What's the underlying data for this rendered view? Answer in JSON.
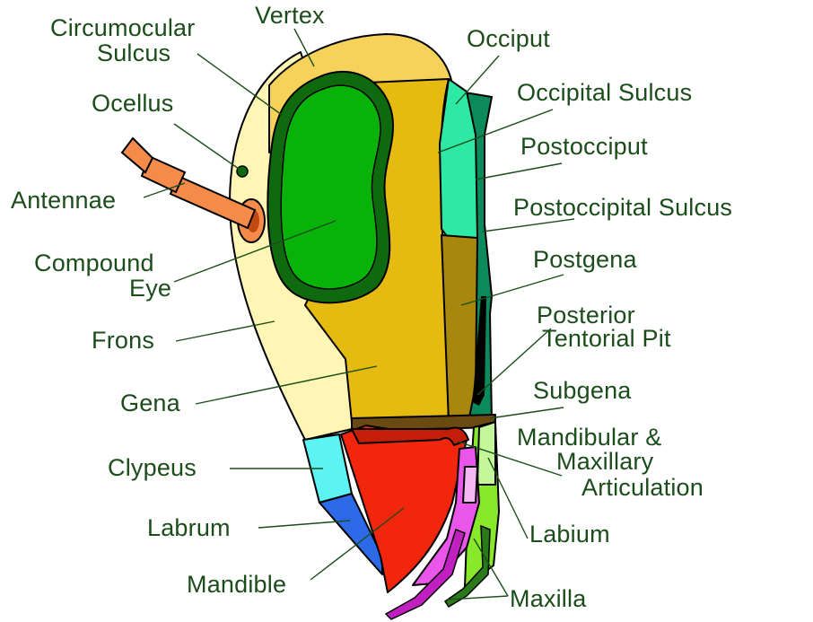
{
  "labels": {
    "vertex": "Vertex",
    "circumocular_sulcus": [
      "Circumocular",
      "Sulcus"
    ],
    "ocellus": "Ocellus",
    "antennae": "Antennae",
    "compound_eye": [
      "Compound",
      "Eye"
    ],
    "frons": "Frons",
    "gena": "Gena",
    "clypeus": "Clypeus",
    "labrum": "Labrum",
    "mandible": "Mandible",
    "occiput": "Occiput",
    "occipital_sulcus": "Occipital Sulcus",
    "postocciput": "Postocciput",
    "postoccipital_sulcus": "Postoccipital Sulcus",
    "postgena": "Postgena",
    "posterior_tentorial_pit": [
      "Posterior",
      "Tentorial Pit"
    ],
    "subgena": "Subgena",
    "mandibular_maxillary_articulation": [
      "Mandibular &",
      "Maxillary",
      "Articulation"
    ],
    "labium": "Labium",
    "maxilla": "Maxilla"
  },
  "colors": {
    "label_text": "#1b4d1b",
    "vertex": "#f7d25a",
    "frons": "#fff5b5",
    "gena": "#e5bb12",
    "compound_eye_fill": "#09b209",
    "compound_eye_rim": "#0f6a0f",
    "occiput": "#2ee8a6",
    "postocciput": "#0b8a5c",
    "postgena": "#a9860c",
    "clypeus": "#5cf3f3",
    "labrum": "#2d6ae8",
    "mandible": "#f2250d",
    "subgena": "#6b4a12",
    "labium": "#88e82c",
    "maxilla": "#ea55ea",
    "antennae": "#f58b4a"
  }
}
